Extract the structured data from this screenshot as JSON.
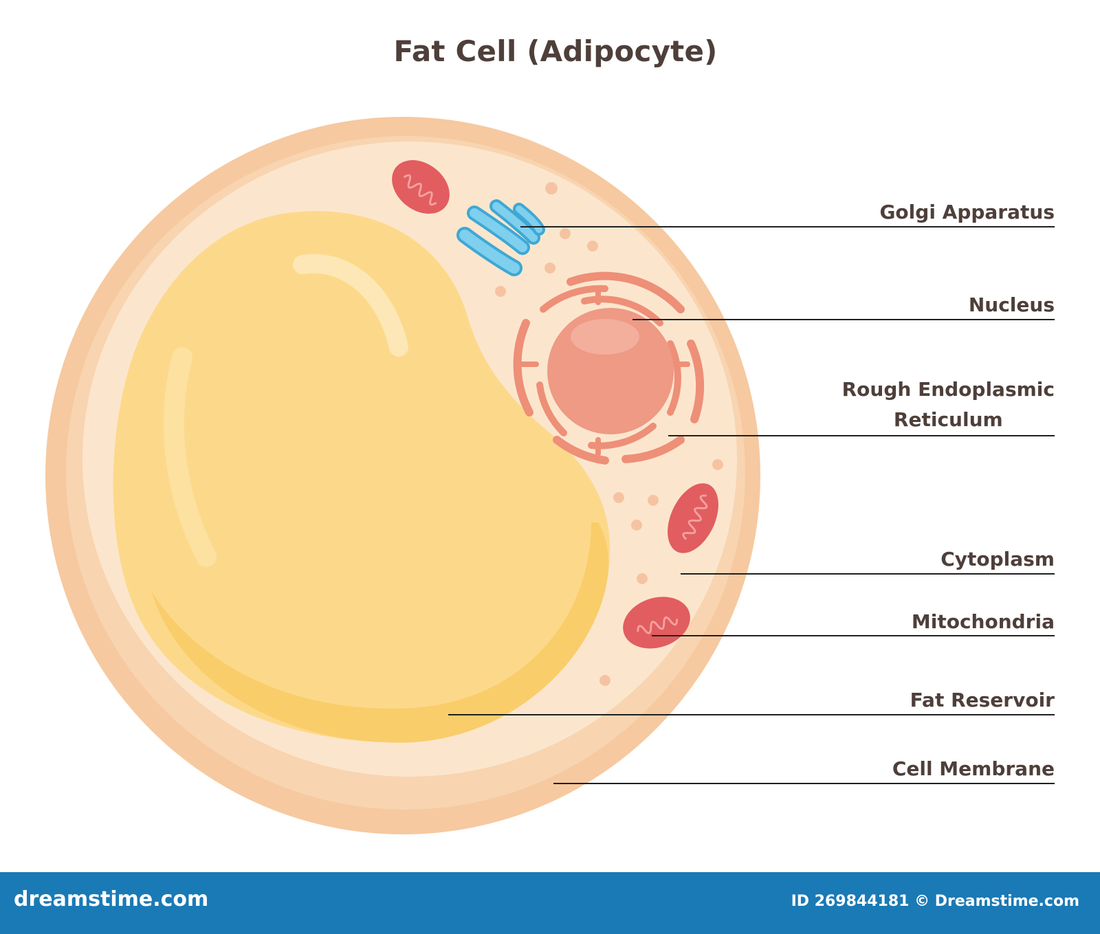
{
  "title": "Fat Cell (Adipocyte)",
  "labels": {
    "golgi": "Golgi Apparatus",
    "nucleus": "Nucleus",
    "rough_er_line1": "Rough Endoplasmic",
    "rough_er_line2": "Reticulum",
    "cytoplasm": "Cytoplasm",
    "mitochondria": "Mitochondria",
    "fat_reservoir": "Fat Reservoir",
    "cell_membrane": "Cell Membrane"
  },
  "footer": {
    "site": "dreamstime.com",
    "credit": "ID 269844181 © Dreamstime.com"
  },
  "colors": {
    "membrane": "#f6c9a0",
    "cytoplasm": "#fbe6cd",
    "fat": "#fcd98a",
    "fat_shadow": "#f9c963",
    "nucleus": "#ee9a85",
    "rough_er": "#ee8f78",
    "mitochondria": "#e25d5f",
    "golgi": "#5bbde3",
    "footer_bg": "#1a7ab5"
  }
}
